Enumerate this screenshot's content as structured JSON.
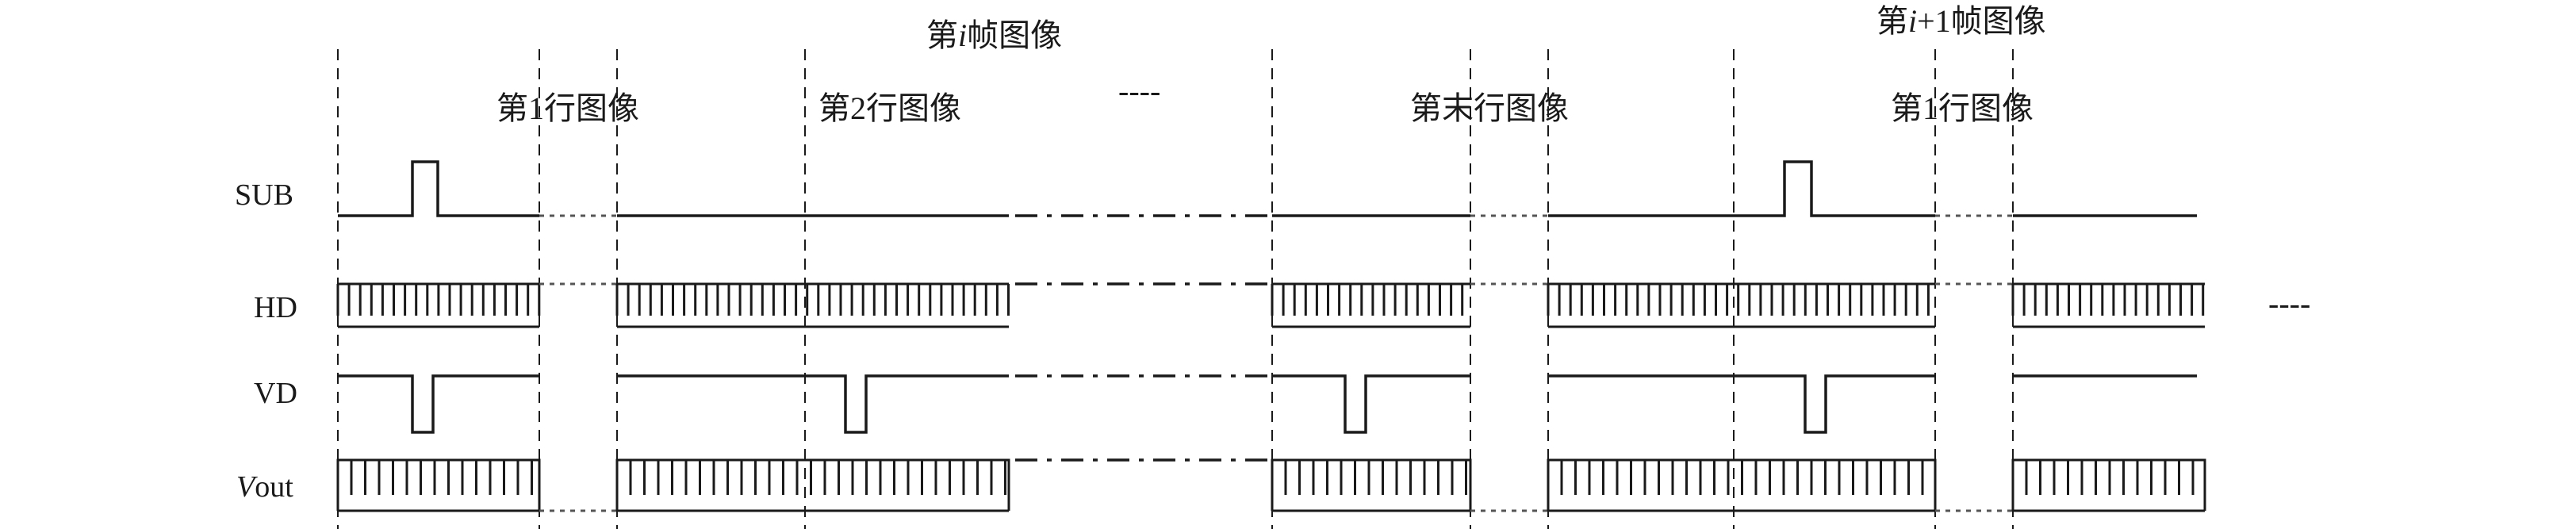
{
  "frames": {
    "current_prefix": "第",
    "current_var": "i",
    "current_suffix": "帧图像",
    "next_prefix": "第",
    "next_var": "i",
    "next_suffix": "+1帧图像"
  },
  "rows": {
    "row1": "第1行图像",
    "row2": "第2行图像",
    "last": "第末行图像",
    "row1_next": "第1行图像"
  },
  "ellipsis_top": "----",
  "ellipsis_right": "----",
  "signals": {
    "sub": "SUB",
    "hd": "HD",
    "vd": "VD",
    "vout_var": "V",
    "vout_rest": "out"
  },
  "colors": {
    "line": "#1a1a1a",
    "dotted": "#555555"
  }
}
